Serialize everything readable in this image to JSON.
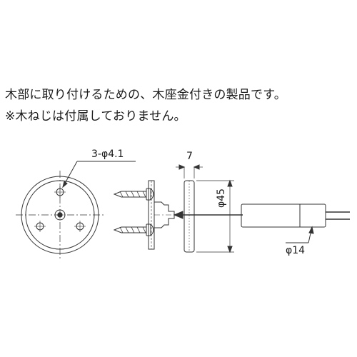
{
  "notes": {
    "line1": "木部に取り付けるための、木座金付きの製品です。",
    "line2": "※木ねじは付属しておりません。"
  },
  "dimensions": {
    "hole_spec": "3-φ4.1",
    "thickness": "7",
    "outer_diameter": "φ45",
    "body_diameter": "φ14"
  }
}
